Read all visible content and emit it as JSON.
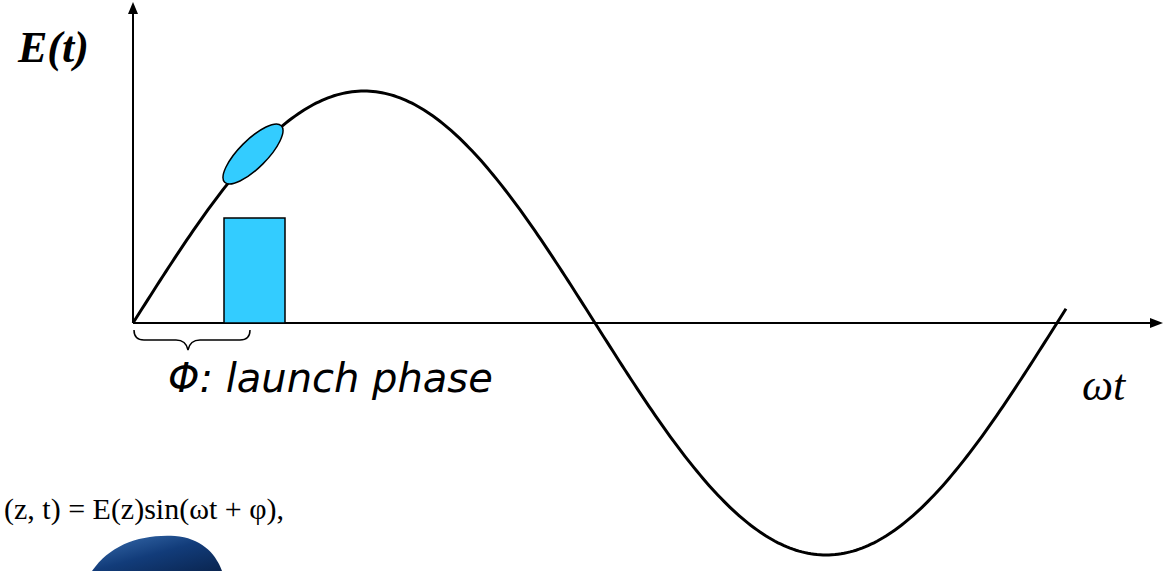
{
  "diagram": {
    "labels": [
      "E(t)",
      "ωt",
      "Φ: launch phase",
      "(z, t) = E(z)sin(ωt + φ),"
    ]
  }
}
